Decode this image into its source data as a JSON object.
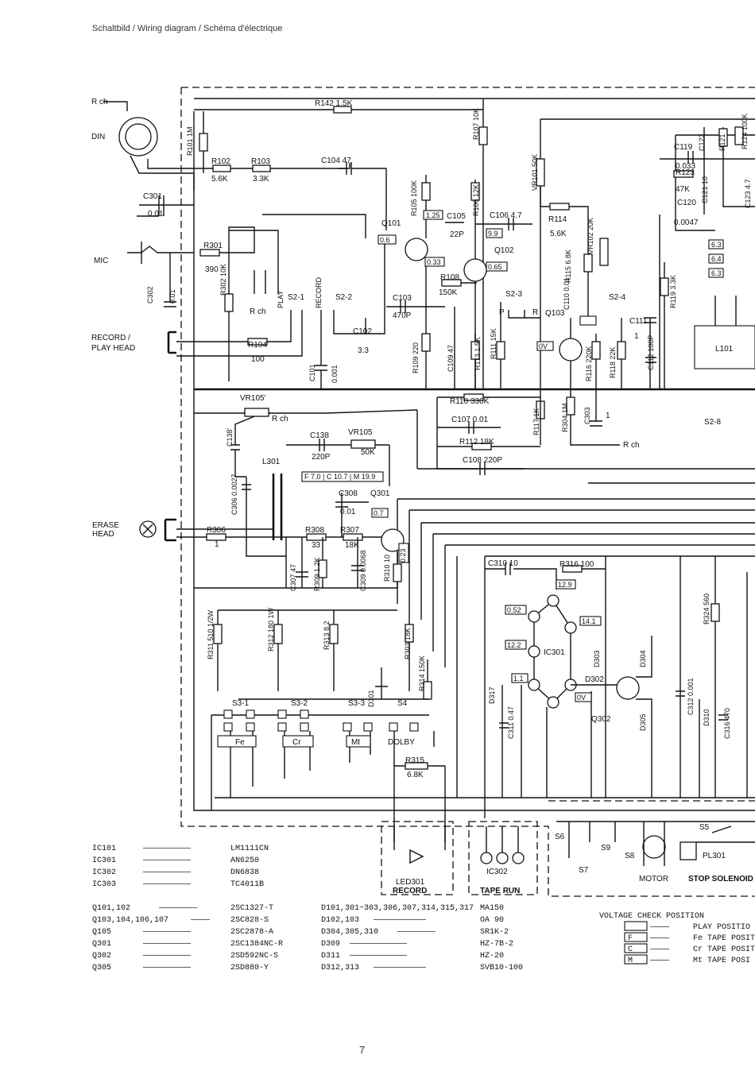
{
  "title": "Schaltbild / Wiring diagram / Schéma d'électrique",
  "page_number": "7",
  "terminals": {
    "rch": "R ch",
    "din": "DIN",
    "mic": "MIC",
    "rec_play_1": "RECORD /",
    "rec_play_2": "PLAY HEAD",
    "erase_1": "ERASE",
    "erase_2": "HEAD",
    "motor": "MOTOR",
    "stop_solenoid": "STOP SOLENOID",
    "led_record": "RECORD",
    "tape_run": "TAPE RUN"
  },
  "labels": {
    "r142": "R142 1.5K",
    "r101": "R101 1M",
    "r102": "R102",
    "r102v": "5.6K",
    "r103": "R103",
    "r103v": "3.3K",
    "c104": "C104 47",
    "c301": "C301",
    "c301v": "0.01",
    "r301": "R301",
    "r301v": "390",
    "c302": "C302",
    "c302v": "0.01",
    "r302": "R302 10K",
    "rch2": "R ch",
    "play": "PLAY",
    "s21": "S2-1",
    "record": "RECORD",
    "s22": "S2-2",
    "r104": "R104",
    "r104v": "100",
    "c101": "C101",
    "c101v": "0.001",
    "c102": "C102",
    "c102v": "3.3",
    "c103": "C103",
    "c103v": "470P",
    "q101": "Q101",
    "v06": "0.6",
    "r105": "R105 100K",
    "v125": "1.25",
    "c105": "C105",
    "c105v": "22P",
    "r106": "R106 12K",
    "r107": "R107 10K",
    "q102": "Q102",
    "v99": "9.9",
    "v065": "0.65",
    "v033": "0.33",
    "r108": "R108",
    "r108v": "150K",
    "r109": "R109 220",
    "c109": "C109 47",
    "r113": "R113 1.5K",
    "r111": "R111 15K",
    "c106": "C106 4.7",
    "vr101": "VR101 50K",
    "r114": "R114",
    "r114v": "5.6K",
    "r115": "R115 6.8K",
    "vr102": "VR102 20K",
    "s23": "S2-3",
    "p": "P",
    "r": "R",
    "q103": "Q103",
    "c110": "C110 0.01",
    "v0": "0V",
    "r116": "R116 220K",
    "r118": "R118 22K",
    "s24": "S2-4",
    "c111": "C111",
    "c111v": "1",
    "c112": "C112 100P",
    "r119": "R119 3.3K",
    "c122": "C122",
    "r121": "R121",
    "r124": "R124 100K",
    "c119": "C119",
    "c119v": "0.033",
    "r123": "R123",
    "r123v": "47K",
    "c121": "C121 10",
    "c120": "C120",
    "c120v": "0.0047",
    "c123": "C123 4.7",
    "p63": "6.3",
    "p64": "6.4",
    "p63b": "6.3",
    "l101": "L101",
    "r110": "R110 330K",
    "c107": "C107 0.01",
    "r112": "R112 18K",
    "c108": "C108 220P",
    "r117": "R117 1K",
    "r304": "R304 1M",
    "c303": "C303",
    "c303v": "1",
    "rch3": "R ch",
    "s28": "S2-8",
    "vr105a": "VR105'",
    "rch4": "R ch",
    "c138a": "C138'",
    "c138": "C138",
    "c138v": "220P",
    "vr105": "VR105",
    "vr105v": "50K",
    "l301": "L301",
    "c306": "C306 0.0027",
    "fcm": "F 7.0 | C 10.7 | M 19.9",
    "c308": "C308",
    "c308v": "0.01",
    "q301": "Q301",
    "v07": "0.7",
    "r306": "R306",
    "r306v": "1",
    "r308": "R308",
    "r308v": "33",
    "r307": "R307",
    "r307v": "18K",
    "c307": "C307 47",
    "r309": "R309 1.2K",
    "c309": "C309 0.0068",
    "r310": "R310 10",
    "v023": "0.23",
    "c310": "C310 10",
    "r316": "R316 100",
    "v129": "12.9",
    "v052": "0.52",
    "v122": "12.2",
    "v11": "1.1",
    "v141": "14.1",
    "ic301": "IC301",
    "d303": "D303",
    "d304": "D304",
    "d302": "D302",
    "v0b": "0V",
    "d317": "D317",
    "c311": "C311 0.47",
    "q302": "Q302",
    "d305": "D305",
    "c312": "C312 0.001",
    "d310": "D310",
    "c316": "C316 470",
    "r324": "R324 560",
    "r311": "R311 510 1/2W",
    "r312": "R312 180 1W",
    "r313": "R313 8.2",
    "r303": "R303 18K",
    "r314": "R314 150K",
    "d301": "D301",
    "s31": "S3-1",
    "s32": "S3-2",
    "s33": "S3-3",
    "s4": "S4",
    "fe": "Fe",
    "cr": "Cr",
    "mt": "Mt",
    "dolby": "DOLBY",
    "r315": "R315",
    "r315v": "6.8K",
    "led301": "LED301",
    "ic302": "IC302",
    "s5": "S5",
    "s6": "S6",
    "s7": "S7",
    "s8": "S8",
    "s9": "S9",
    "pl301": "PL301"
  },
  "ic_list": [
    {
      "ref": "IC101",
      "part": "LM1111CN"
    },
    {
      "ref": "IC301",
      "part": "AN6250"
    },
    {
      "ref": "IC302",
      "part": "DN6838"
    },
    {
      "ref": "IC303",
      "part": "TC4011B"
    }
  ],
  "transistor_list": [
    {
      "ref": "Q101,102",
      "part": "2SC1327-T"
    },
    {
      "ref": "Q103,104,106,107",
      "part": "2SC828-S"
    },
    {
      "ref": "Q105",
      "part": "2SC2878-A"
    },
    {
      "ref": "Q301",
      "part": "2SC1384NC-R"
    },
    {
      "ref": "Q302",
      "part": "2SD592NC-S"
    },
    {
      "ref": "Q305",
      "part": "2SD880-Y"
    }
  ],
  "diode_list": [
    {
      "ref": "D101,301~303,306,307,314,315,317",
      "part": "MA150"
    },
    {
      "ref": "D102,103",
      "part": "OA 90"
    },
    {
      "ref": "D304,305,310",
      "part": "SR1K-2"
    },
    {
      "ref": "D309",
      "part": "HZ-7B-2"
    },
    {
      "ref": "D311",
      "part": "HZ-20"
    },
    {
      "ref": "D312,313",
      "part": "SVB10-100"
    }
  ],
  "voltage_check": {
    "title": "VOLTAGE CHECK POSITION",
    "items": [
      {
        "key": "",
        "desc": "PLAY POSITIO"
      },
      {
        "key": "F",
        "desc": "Fe TAPE POSIT"
      },
      {
        "key": "C",
        "desc": "Cr TAPE POSIT"
      },
      {
        "key": "M",
        "desc": "Mt TAPE POSI"
      }
    ]
  }
}
